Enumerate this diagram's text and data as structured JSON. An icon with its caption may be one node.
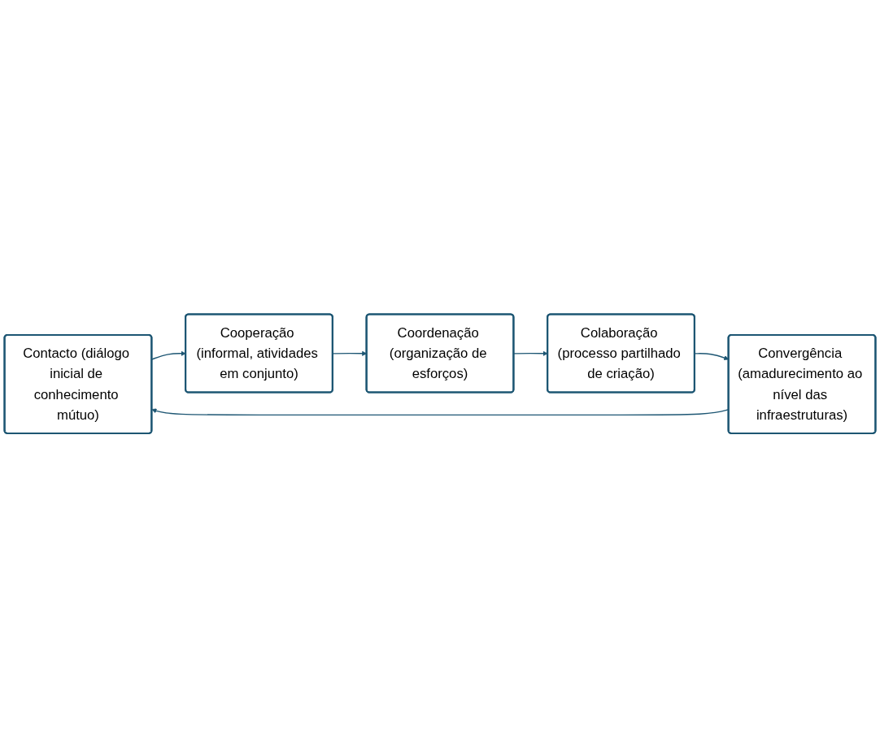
{
  "diagram": {
    "nodes": [
      {
        "text": [
          "Contacto (diálogo inicial de conhecimento mútuo)"
        ]
      },
      {
        "text": [
          "Cooperação (informal, atividades em conjunto)"
        ]
      },
      {
        "text": [
          "Coordenação (organização de esforços)"
        ]
      },
      {
        "text": [
          "Colaboração (processo partilhado de criação)"
        ]
      },
      {
        "text": [
          "Convergência (amadurecimento ao nível das infraestruturas)"
        ]
      }
    ],
    "edges": [
      {
        "from": 0,
        "to": 1,
        "arrow": "to"
      },
      {
        "from": 1,
        "to": 2,
        "arrow": "to"
      },
      {
        "from": 2,
        "to": 3,
        "arrow": "to"
      },
      {
        "from": 3,
        "to": 4,
        "arrow": "to"
      },
      {
        "from": 4,
        "to": 0,
        "arrow": "to"
      }
    ]
  }
}
